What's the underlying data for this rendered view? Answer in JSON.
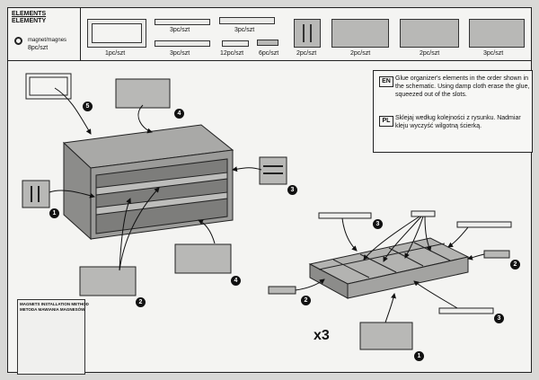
{
  "header": {
    "title_en": "ELEMENTS",
    "title_pl": "ELEMENTY",
    "magnet_label": "magnet/magnes",
    "magnet_count": "8pc/szt"
  },
  "parts": [
    {
      "qty": "1pc/szt"
    },
    {
      "qty": "3pc/szt"
    },
    {
      "qty": "3pc/szt"
    },
    {
      "qty": "3pc/szt"
    },
    {
      "qty": "12pc/szt"
    },
    {
      "qty": "6pc/szt"
    },
    {
      "qty": "2pc/szt"
    },
    {
      "qty": "2pc/szt"
    },
    {
      "qty": "2pc/szt"
    },
    {
      "qty": "3pc/szt"
    }
  ],
  "instructions": {
    "en_tag": "EN",
    "en_text": "Glue organizer's elements in the order shown in the schematic. Using damp cloth erase the glue, squeezed out of the slots.",
    "pl_tag": "PL",
    "pl_text": "Sklejaj według kolejności z rysunku. Nadmiar kleju wyczyść wilgotną ścierką."
  },
  "step_numbers": [
    "5",
    "4",
    "3",
    "1",
    "2",
    "4",
    "3",
    "2",
    "2",
    "3",
    "1"
  ],
  "multiplier": "x3",
  "magnets_box": {
    "line1": "MAGNETS INSTALLATION METHOD",
    "line2": "METODA MAWIANIA MAGNESÓW"
  },
  "colors": {
    "part_fill": "#b8b8b6",
    "frame": "#222222",
    "badge": "#111111"
  }
}
